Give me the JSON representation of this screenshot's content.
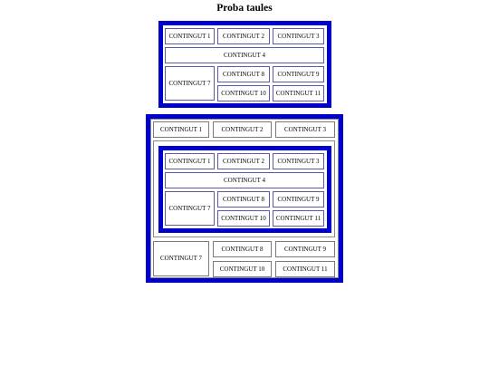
{
  "page": {
    "title": "Proba taules"
  },
  "tables": {
    "table1": {
      "c1": "CONTINGUT 1",
      "c2": "CONTINGUT 2",
      "c3": "CONTINGUT 3",
      "c4": "CONTINGUT 4",
      "c7": "CONTINGUT 7",
      "c8": "CONTINGUT 8",
      "c9": "CONTINGUT 9",
      "c10": "CONTINGUT 10",
      "c11": "CONTINGUT 11"
    },
    "outer": {
      "c1": "CONTINGUT 1",
      "c2": "CONTINGUT 2",
      "c3": "CONTINGUT 3",
      "c7": "CONTINGUT 7",
      "c8": "CONTINGUT 8",
      "c9": "CONTINGUT 9",
      "c10": "CONTINGUT 10",
      "c11": "CONTINGUT 11"
    },
    "nested": {
      "c1": "CONTINGUT 1",
      "c2": "CONTINGUT 2",
      "c3": "CONTINGUT 3",
      "c4": "CONTINGUT 4",
      "c7": "CONTINGUT 7",
      "c8": "CONTINGUT 8",
      "c9": "CONTINGUT 9",
      "c10": "CONTINGUT 10",
      "c11": "CONTINGUT 11"
    }
  }
}
